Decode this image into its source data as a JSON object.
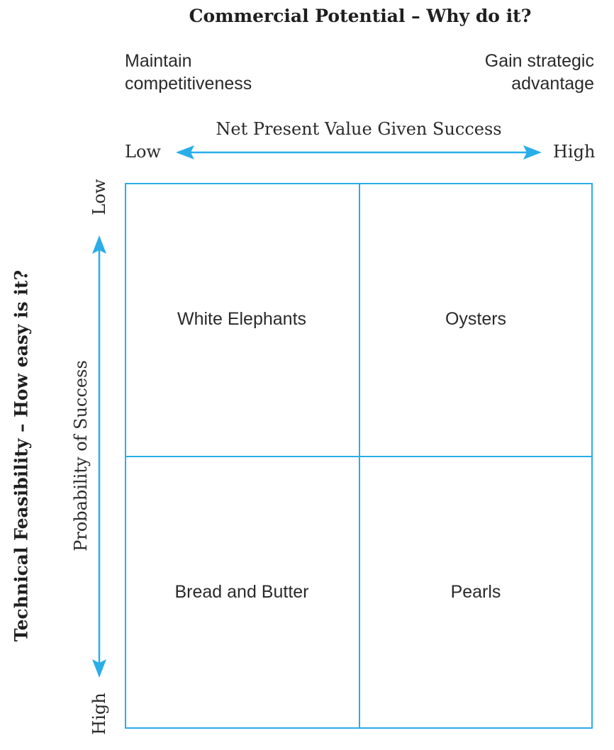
{
  "title": "Commercial Potential – Why do it?",
  "commercial_left": [
    "Maintain",
    "competitiveness"
  ],
  "commercial_right": [
    "Gain strategic",
    "advantage"
  ],
  "x_axis": {
    "title": "Net Present Value Given Success",
    "low": "Low",
    "high": "High"
  },
  "y_axis": {
    "outer_title": "Technical Feasibility – How easy is it?",
    "inner_title": "Probability of Success",
    "top_label": "Low",
    "bottom_label": "High"
  },
  "quadrants": {
    "top_left": "White Elephants",
    "top_right": "Oysters",
    "bottom_left": "Bread and Butter",
    "bottom_right": "Pearls"
  },
  "colors": {
    "accent": "#29aee8",
    "text": "#2a2a2a"
  }
}
